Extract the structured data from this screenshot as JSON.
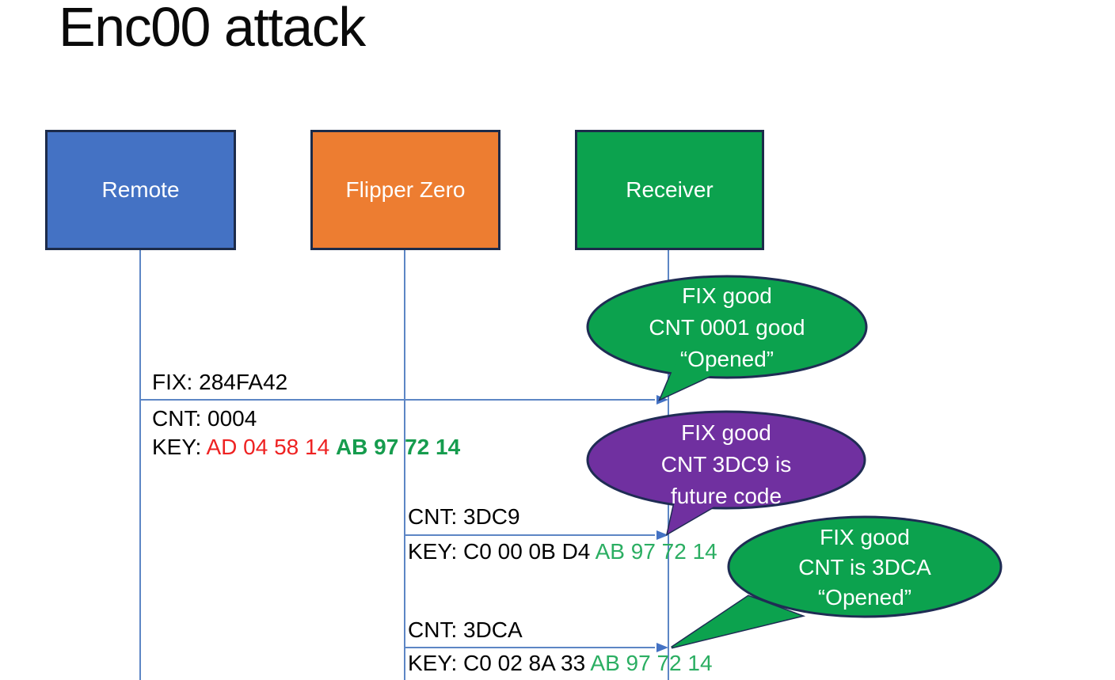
{
  "title": "Enc00 attack",
  "actors": [
    {
      "label": "Remote",
      "fill": "#4472C4"
    },
    {
      "label": "Flipper Zero",
      "fill": "#ED7D31"
    },
    {
      "label": "Receiver",
      "fill": "#0CA24E"
    }
  ],
  "messages": [
    {
      "above": "FIX: 284FA42",
      "line2": "CNT: 0004",
      "key": {
        "label": "KEY: ",
        "red": "AD 04 58 14 ",
        "black": "",
        "green": "AB 97 72 14"
      }
    },
    {
      "above": "CNT: 3DC9",
      "key": {
        "label": "KEY: ",
        "red": "",
        "black": "C0 00 0B D4 ",
        "green": "AB 97 72 14"
      }
    },
    {
      "above": "CNT: 3DCA",
      "key": {
        "label": "KEY: ",
        "red": "",
        "black": "C0 02 8A 33 ",
        "green": "AB 97 72 14"
      }
    }
  ],
  "callouts": [
    {
      "fill": "#0CA24E",
      "lines": [
        "FIX good",
        "CNT 0001 good",
        "“Opened”"
      ]
    },
    {
      "fill": "#7030A0",
      "lines": [
        "FIX good",
        "CNT 3DC9 is",
        "future code"
      ]
    },
    {
      "fill": "#0CA24E",
      "lines": [
        "FIX good",
        "CNT is 3DCA",
        "“Opened”"
      ]
    }
  ],
  "colors": {
    "callout_green": "#0CA24E",
    "callout_purple": "#7030A0",
    "shape_border": "#1F2C54",
    "connector_blue": "#4472C4",
    "key_red": "#EE2222",
    "key_green_bold": "#169C4E",
    "key_green": "#2BAE62"
  }
}
